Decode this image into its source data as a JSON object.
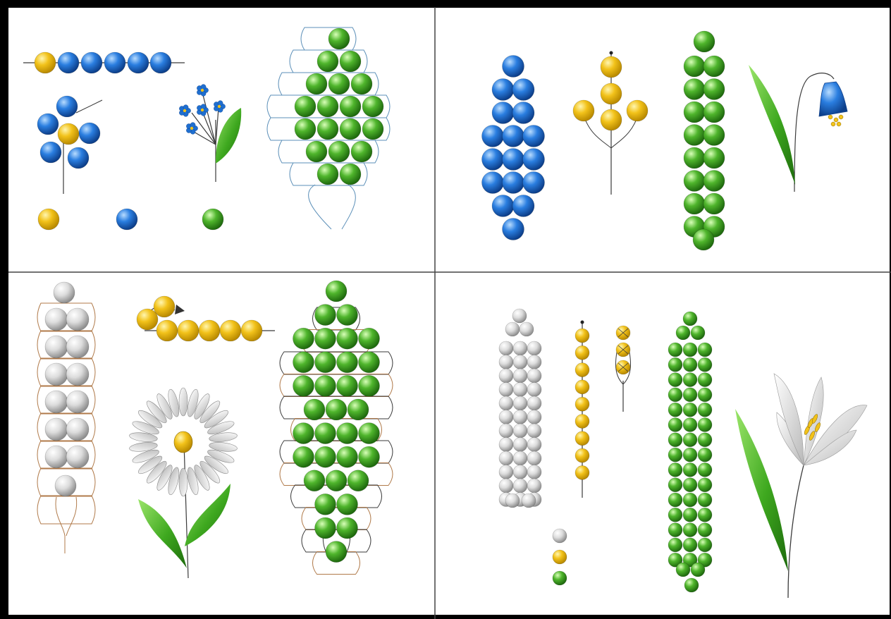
{
  "diagram": {
    "colors": {
      "frame": "#000000",
      "divider": "#444444",
      "wire": "#3a3a3a",
      "thread_blue": "#5b8fb8",
      "thread_brown": "#b07a4a",
      "bead_yellow": "#f2c21a",
      "bead_blue": "#1f6fd0",
      "bead_green": "#3fa326",
      "bead_white": "#d9d9d9",
      "leaf": "#3ea81f",
      "arrow": "#333333"
    },
    "panels": [
      {
        "name": "forget-me-not-panel"
      },
      {
        "name": "bluebell-panel"
      },
      {
        "name": "daisy-panel"
      },
      {
        "name": "lily-panel"
      }
    ]
  }
}
